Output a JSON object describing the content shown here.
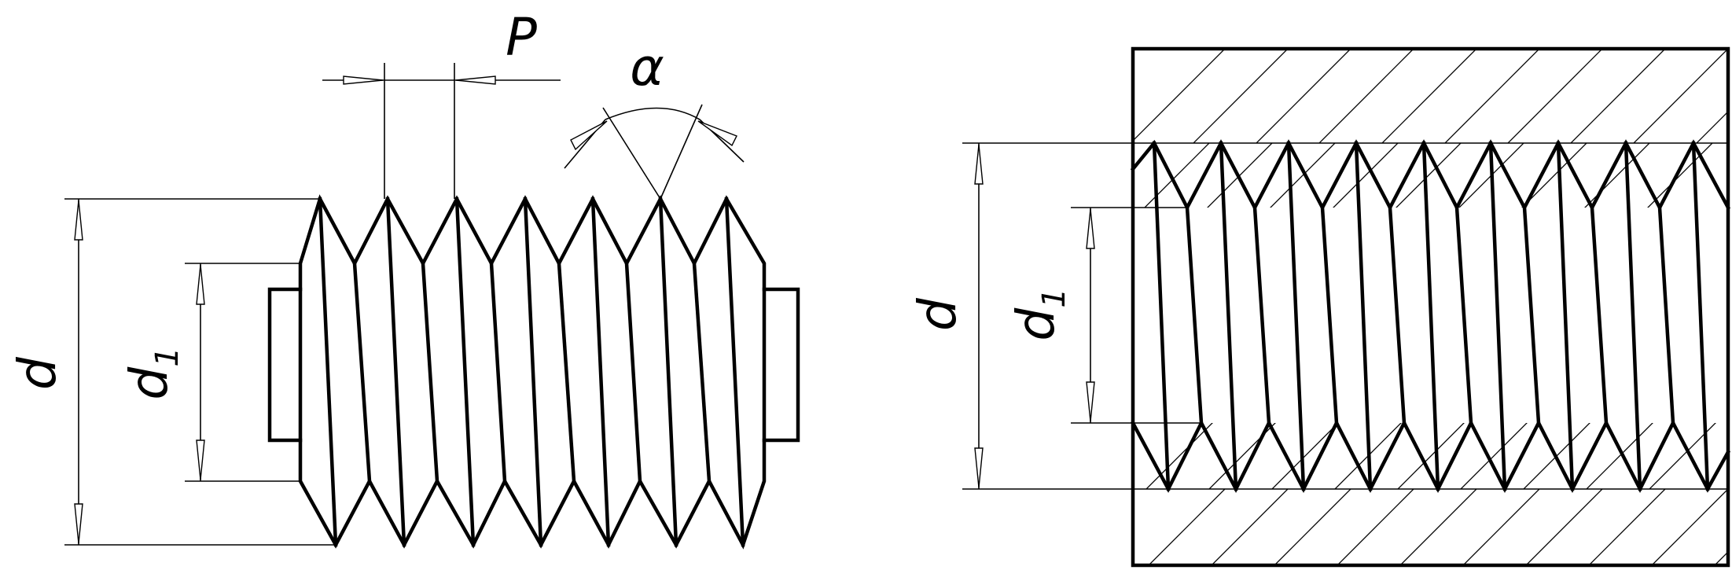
{
  "labels": {
    "major_diameter": "d",
    "minor_diameter": "d",
    "minor_subscript": "1",
    "pitch": "P",
    "thread_angle": "α"
  },
  "external_thread": {
    "thread_starts": 7
  },
  "internal_thread": {
    "thread_starts": 9
  }
}
